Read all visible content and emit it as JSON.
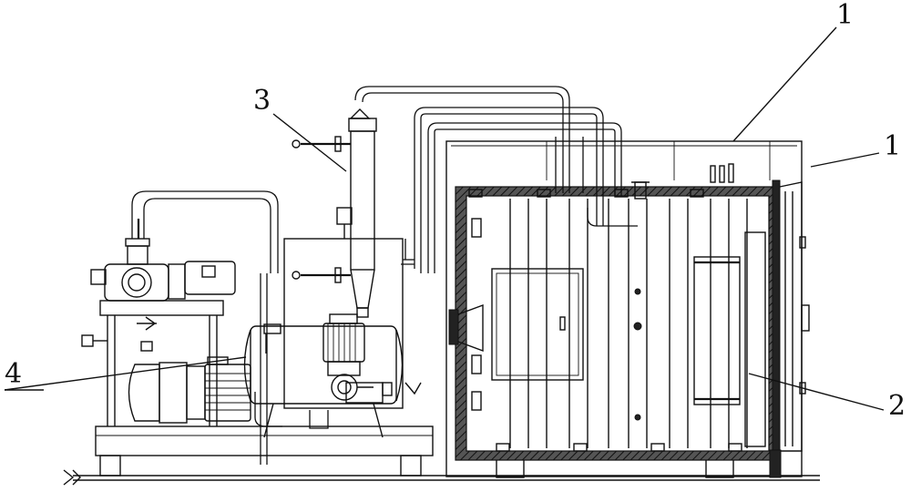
{
  "labels": {
    "l1_top": "1",
    "l1_right": "1",
    "l2": "2",
    "l3": "3",
    "l4": "4"
  }
}
